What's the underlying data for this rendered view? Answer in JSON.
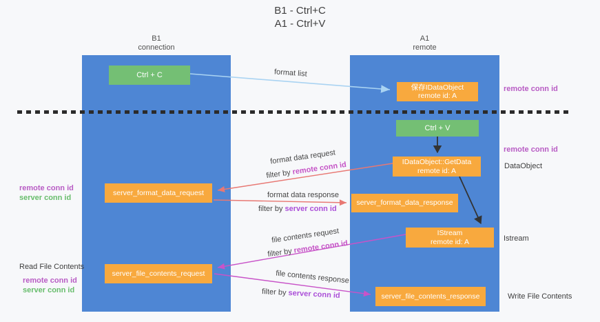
{
  "title": {
    "line1": "B1 - Ctrl+C",
    "line2": "A1 - Ctrl+V"
  },
  "columns": {
    "left": {
      "name": "B1",
      "subtitle": "connection"
    },
    "right": {
      "name": "A1",
      "subtitle": "remote"
    }
  },
  "nodes": {
    "ctrl_c": "Ctrl + C",
    "ctrl_v": "Ctrl + V",
    "save_idataobject": {
      "line1": "保存IDataObject",
      "line2": "remote id: A"
    },
    "getdata": {
      "line1": "IDataObject::GetData",
      "line2": "remote id: A"
    },
    "istream": {
      "line1": "IStream",
      "line2": "remote id: A"
    },
    "server_format_data_request": "server_format_data_request",
    "server_format_data_response": "server_format_data_response",
    "server_file_contents_request": "server_file_contents_request",
    "server_file_contents_response": "server_file_contents_response"
  },
  "arrow_labels": {
    "format_list": "format list",
    "format_data_request": "format data request",
    "format_data_response": "format data response",
    "file_contents_request": "file contents request",
    "file_contents_response": "file contents response",
    "filter_by": "filter by ",
    "remote_conn_id": "remote conn id",
    "server_conn_id": "server conn id"
  },
  "side_labels": {
    "remote_conn_id": "remote conn id",
    "server_conn_id": "server conn id",
    "dataobject": "DataObject",
    "istream": "Istream",
    "read_file_contents": "Read File Contents",
    "write_file_contents": "Write File Contents"
  },
  "colors": {
    "column_blue": "#4e86d4",
    "box_green": "#74bf74",
    "box_orange": "#f8a93e",
    "arrow_lightblue": "#a9d3f2",
    "arrow_salmon": "#e87873",
    "arrow_magenta": "#c853c8",
    "arrow_black": "#333333",
    "label_purple": "#b85cc4",
    "label_green": "#68bd6c",
    "filter_remote_magenta": "#c553c6",
    "filter_server_purple": "#ab4fd8"
  }
}
